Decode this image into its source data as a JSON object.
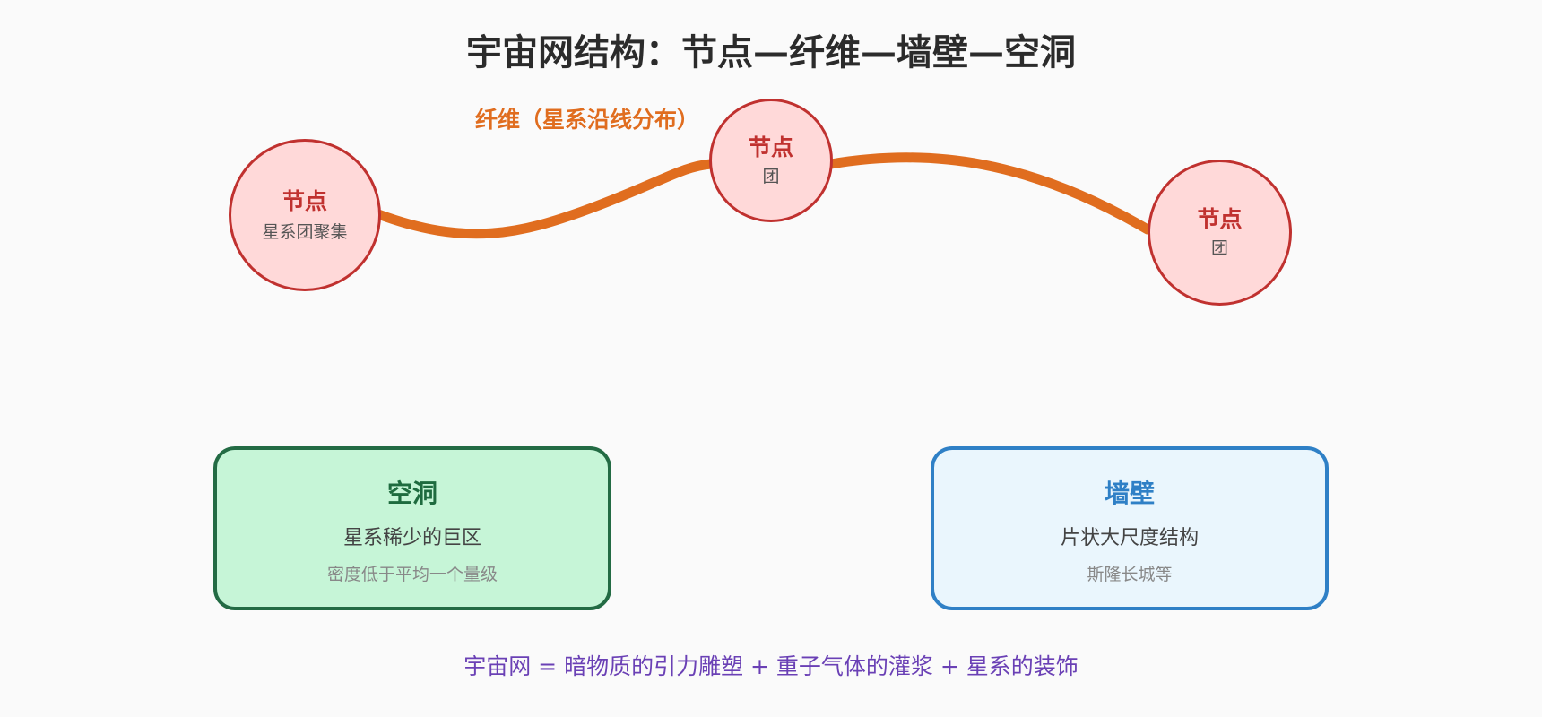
{
  "title": "宇宙网结构：节点—纤维—墙壁—空洞",
  "filament": {
    "label": "纤维（星系沿线分布）",
    "color": "#e06d1f"
  },
  "nodes": [
    {
      "title": "节点",
      "subtitle": "星系团聚集"
    },
    {
      "title": "节点",
      "subtitle": "团"
    },
    {
      "title": "节点",
      "subtitle": "团"
    }
  ],
  "void": {
    "title": "空洞",
    "description": "星系稀少的巨区",
    "note": "密度低于平均一个量级"
  },
  "wall": {
    "title": "墙壁",
    "description": "片状大尺度结构",
    "note": "斯隆长城等"
  },
  "formula": "宇宙网 = 暗物质的引力雕塑 + 重子气体的灌浆 + 星系的装饰",
  "colors": {
    "background": "#fafafa",
    "node_fill": "#ffd9d9",
    "node_stroke": "#c0312f",
    "void_fill": "#c6f5d7",
    "void_stroke": "#236b44",
    "wall_fill": "#eaf6fd",
    "wall_stroke": "#2f80c6",
    "formula": "#6a40b5"
  }
}
